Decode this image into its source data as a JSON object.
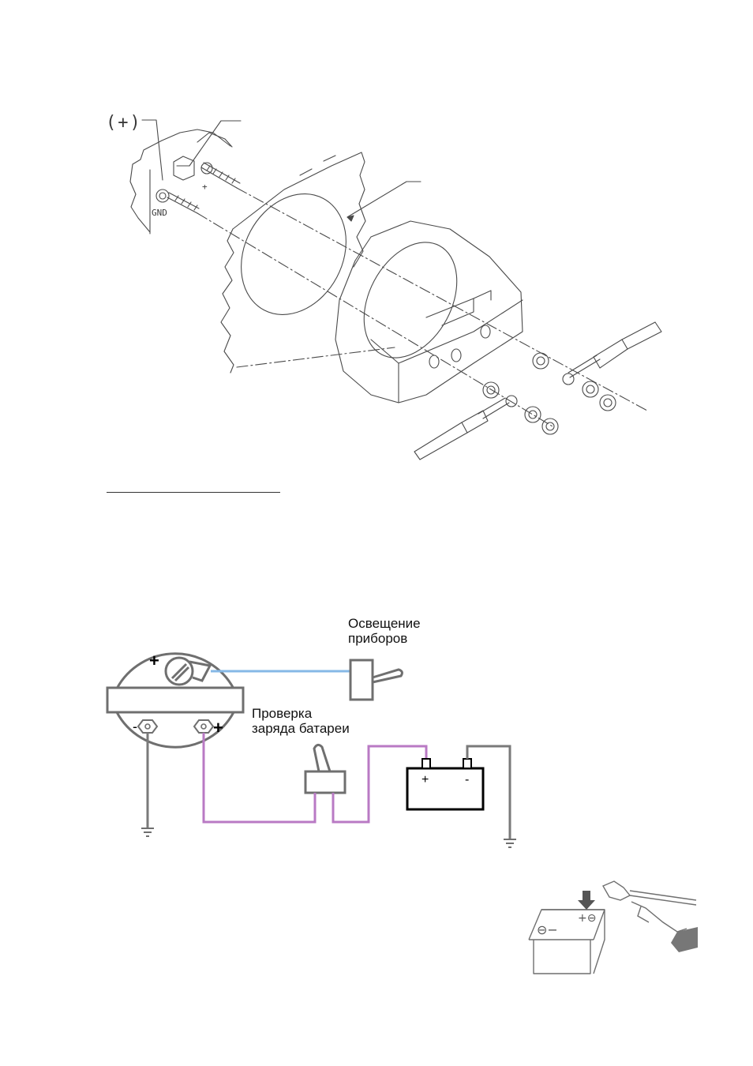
{
  "exploded_view": {
    "labels": {
      "plus_terminal_callout": "(+)",
      "terminal_plus": "+",
      "terminal_gnd": "GND"
    }
  },
  "wiring": {
    "lighting_switch_label": [
      "Освещение",
      "приборов"
    ],
    "battery_check_switch_label": [
      "Проверка",
      "заряда батареи"
    ],
    "gauge_plus_symbol": "+",
    "gauge_minus_terminal": "-",
    "gauge_plus_terminal": "+",
    "battery_plus": "+",
    "battery_minus": "-",
    "colors": {
      "lighting_wire": "#86b8e6",
      "battery_wire": "#b97ac4",
      "ground_wire": "#7a7a7a",
      "outline": "#6f6f6f",
      "battery_outline": "#000000"
    }
  },
  "battery_illustration": {
    "minus_label": "⊖−",
    "plus_label": "+⊖"
  }
}
